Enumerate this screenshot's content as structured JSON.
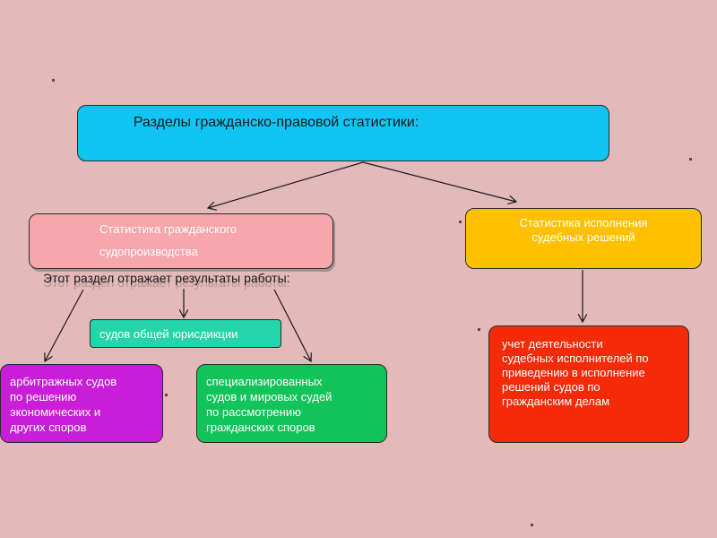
{
  "diagram": {
    "root": {
      "text": "Разделы гражданско-правовой статистики:",
      "color": "#10c4f4"
    },
    "civil": {
      "line1": "Статистика гражданского",
      "line2": "судопроизводства",
      "color": "#f7a6ac"
    },
    "execution": {
      "line1": "Статистика исполнения",
      "line2": "судебных решений",
      "color": "#ffc000"
    },
    "section_note": "Этот раздел отражает результаты работы:",
    "general_courts": {
      "text": "судов общей юрисдикции",
      "color": "#23d5a8"
    },
    "arbitration": {
      "line1": "арбитражных судов",
      "line2": "по решению",
      "line3": "экономических и",
      "line4": "других споров",
      "color": "#c81ed8"
    },
    "specialized": {
      "line1": "специализированных",
      "line2": "судов и мировых судей",
      "line3": "по рассмотрению",
      "line4": "гражданских споров",
      "color": "#12c35a"
    },
    "bailiffs": {
      "line1": "учет деятельности",
      "line2": "судебных исполнителей по",
      "line3": "приведению в исполнение",
      "line4": "решений судов по",
      "line5": "гражданским делам",
      "color": "#f52a09"
    },
    "background_color": "#e4b9ba"
  }
}
